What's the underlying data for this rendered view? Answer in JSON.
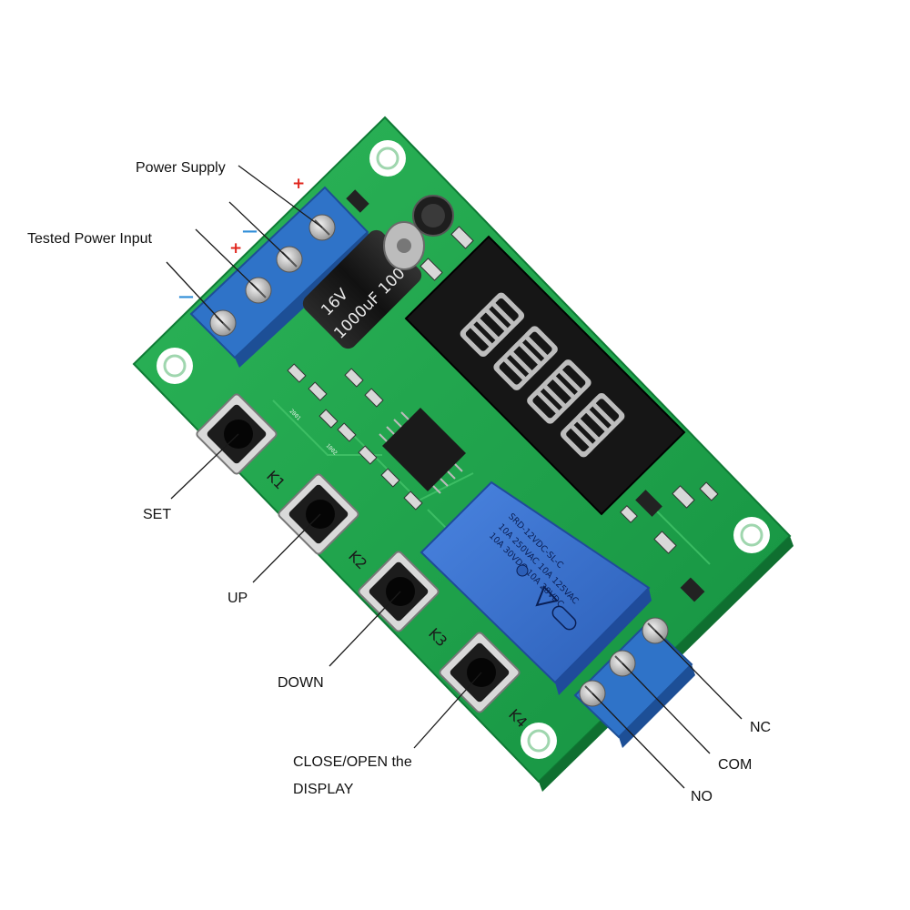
{
  "labels": {
    "power_supply": "Power Supply",
    "tested_power_input": "Tested Power Input",
    "set": "SET",
    "up": "UP",
    "down": "DOWN",
    "close_open_line1": "CLOSE/OPEN the",
    "close_open_line2": "DISPLAY",
    "nc": "NC",
    "com": "COM",
    "no": "NO"
  },
  "polarity": {
    "plus": "+",
    "minus": "—"
  },
  "buttons": {
    "k1": "K1",
    "k2": "K2",
    "k3": "K3",
    "k4": "K4"
  },
  "capacitor": {
    "line1": "16V",
    "line2": "1000uF 100"
  },
  "relay": {
    "model": "SRD-12VDC-SL-C",
    "rating1": "10A 250VAC  10A 125VAC",
    "rating2": "10A 30VDC  10A 28VDC"
  },
  "silkscreen": {
    "r1": "2001",
    "r2": "1002"
  },
  "colors": {
    "pcb": "#1fa64a",
    "terminal": "#2f73c8",
    "relay": "#3a70cf",
    "display": "#181818",
    "plus": "#e0241b",
    "minus": "#2f8ed8"
  }
}
